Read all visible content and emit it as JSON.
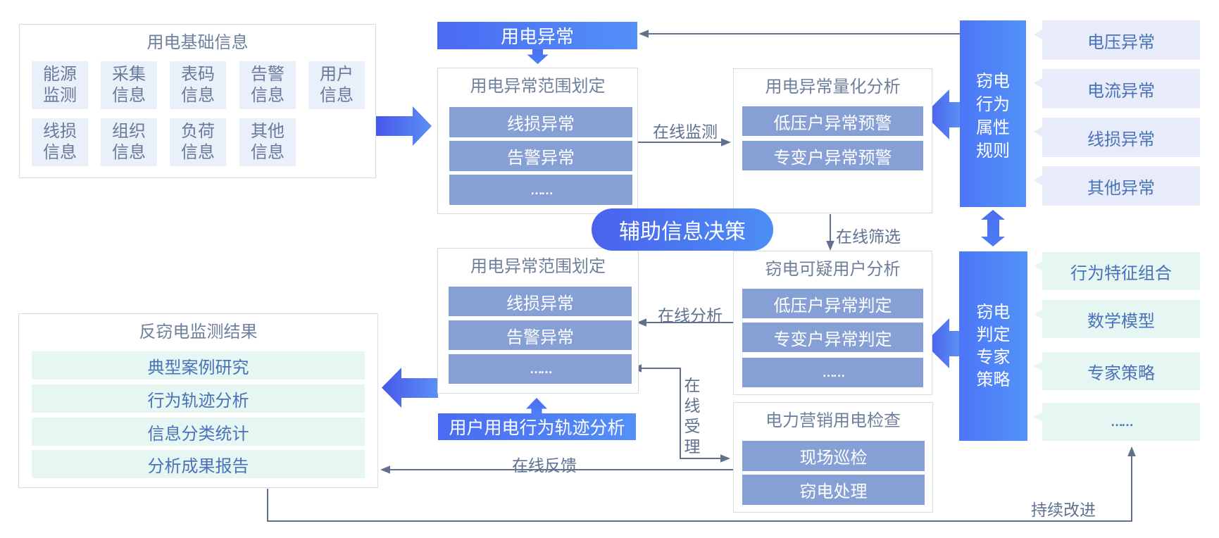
{
  "palette": {
    "bg": "#ffffff",
    "box-border": "#d7dbe2",
    "title-text": "#6f809d",
    "cell-bg": "#e9f0fa",
    "cell-text": "#68799a",
    "row-blue": "#86a0d6",
    "row-text": "#ffffff",
    "lavender": "#e8ecfa",
    "mint": "#e6f6f3",
    "callout-text": "#4a72b8",
    "label-text": "#5f7190",
    "line-gray": "#5f718f",
    "blue-g1": "#4a6af3",
    "blue-g2": "#5390f8",
    "arrow-g1": "#4758e9",
    "arrow-g2": "#5b8ff5"
  },
  "basic_info": {
    "title": "用电基础信息",
    "cells": [
      "能源监测",
      "采集信息",
      "表码信息",
      "告警信息",
      "用户信息",
      "线损信息",
      "组织信息",
      "负荷信息",
      "其他信息"
    ]
  },
  "banners": {
    "abnormal": "用电异常",
    "decision": "辅助信息决策",
    "trajectory": "用户用电行为轨迹分析"
  },
  "scope1": {
    "title": "用电异常范围划定",
    "rows": [
      "线损异常",
      "告警异常",
      "……"
    ]
  },
  "quant": {
    "title": "用电异常量化分析",
    "rows": [
      "低压户异常预警",
      "专变户异常预警"
    ]
  },
  "suspect": {
    "title": "窃电可疑用户分析",
    "rows": [
      "低压户异常判定",
      "专变户异常判定",
      "……"
    ]
  },
  "scope2": {
    "title": "用电异常范围划定",
    "rows": [
      "线损异常",
      "告警异常",
      "……"
    ]
  },
  "inspection": {
    "title": "电力营销用电检查",
    "rows": [
      "现场巡检",
      "窃电处理"
    ]
  },
  "results": {
    "title": "反窃电监测结果",
    "rows": [
      "典型案例研究",
      "行为轨迹分析",
      "信息分类统计",
      "分析成果报告"
    ]
  },
  "blocks": {
    "attribute_rules": "窃电行为属性规则",
    "expert_strategy": "窃电判定专家策略"
  },
  "callouts": {
    "attribute": [
      "电压异常",
      "电流异常",
      "线损异常",
      "其他异常"
    ],
    "strategy": [
      "行为特征组合",
      "数学模型",
      "专家策略",
      "……"
    ]
  },
  "labels": {
    "online_monitor": "在线监测",
    "online_filter": "在线筛选",
    "online_analysis": "在线分析",
    "online_accept": "在线受理",
    "online_feedback": "在线反馈",
    "continuous_improve": "持续改进"
  }
}
